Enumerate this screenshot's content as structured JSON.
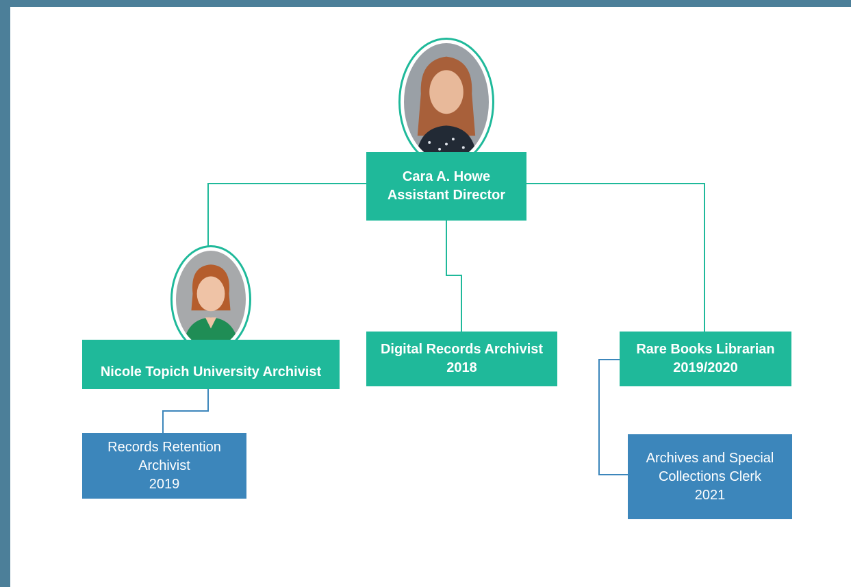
{
  "colors": {
    "frame": "#4c7f99",
    "teal": "#1fb99a",
    "blue": "#3c86bb",
    "connector_teal": "#1fb99a",
    "connector_blue": "#3c86bb"
  },
  "nodes": {
    "director": {
      "line1": "Cara A. Howe",
      "line2": "Assistant Director",
      "photo": "portrait-photo"
    },
    "archivist": {
      "line1": "Nicole Topich University Archivist",
      "photo": "portrait-photo"
    },
    "digital": {
      "line1": "Digital Records Archivist",
      "line2": "2018"
    },
    "rare_books": {
      "line1": "Rare Books Librarian",
      "line2": "2019/2020"
    },
    "records_retention": {
      "line1": "Records Retention",
      "line2": "Archivist",
      "line3": "2019"
    },
    "clerk": {
      "line1": "Archives and Special",
      "line2": "Collections Clerk",
      "line3": "2021"
    }
  }
}
